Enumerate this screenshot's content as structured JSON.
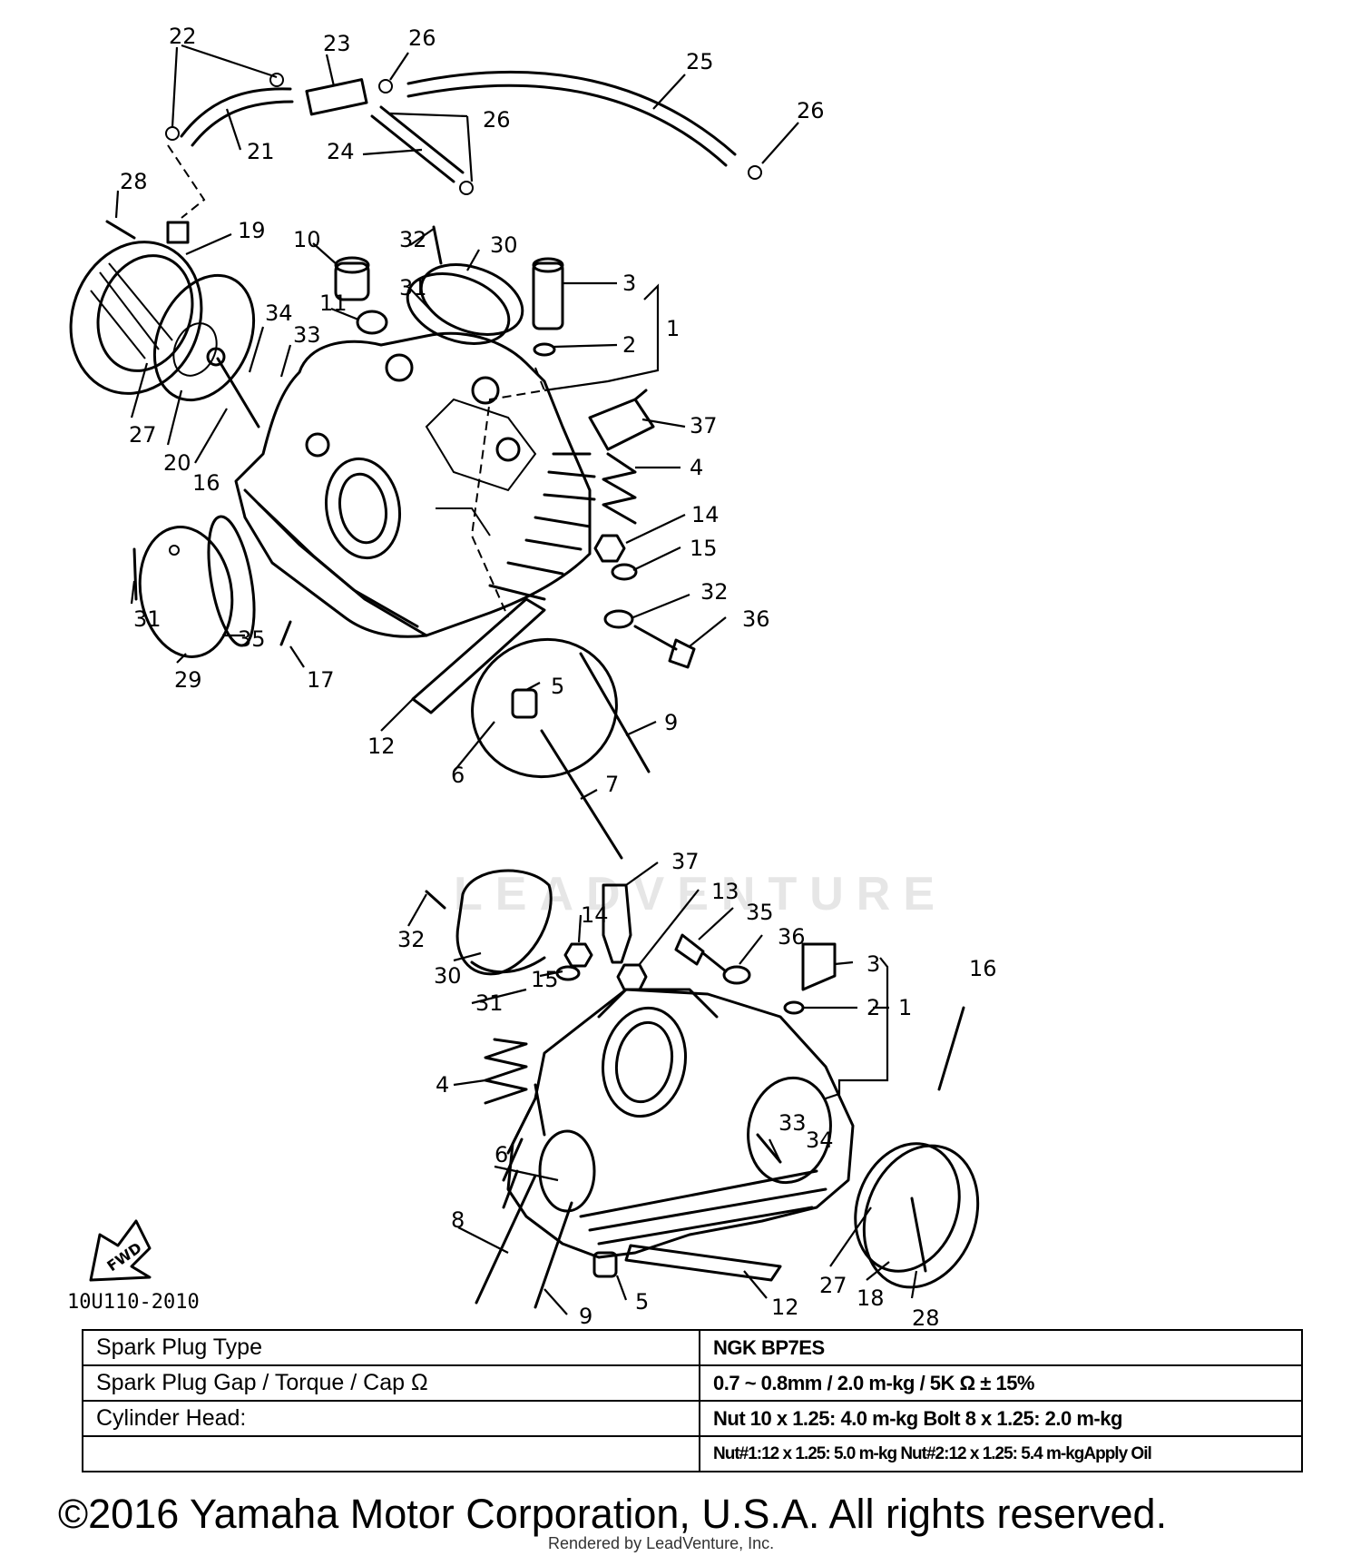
{
  "diagram": {
    "drawing_code": "10U110-2010",
    "fwd_arrow_label": "FWD",
    "watermark": "LEADVENTURE",
    "callouts": [
      "22",
      "23",
      "26",
      "25",
      "26",
      "21",
      "24",
      "26",
      "28",
      "19",
      "32",
      "30",
      "10",
      "3",
      "31",
      "11",
      "2",
      "1",
      "34",
      "33",
      "37",
      "27",
      "20",
      "16",
      "4",
      "14",
      "15",
      "32",
      "36",
      "35",
      "31",
      "29",
      "17",
      "12",
      "5",
      "9",
      "6",
      "7",
      "37",
      "13",
      "14",
      "35",
      "36",
      "32",
      "16",
      "3",
      "30",
      "15",
      "2",
      "1",
      "31",
      "4",
      "33",
      "34",
      "6",
      "8",
      "27",
      "18",
      "28",
      "5",
      "9",
      "12"
    ]
  },
  "spec_table": {
    "rows": [
      {
        "label": "Spark Plug Type",
        "value": "NGK BP7ES"
      },
      {
        "label": "Spark Plug Gap / Torque / Cap Ω",
        "value": "0.7 ~ 0.8mm / 2.0 m-kg / 5K Ω ± 15%"
      },
      {
        "label": "Cylinder Head:",
        "value": "Nut 10 x 1.25: 4.0 m-kg   Bolt 8 x 1.25: 2.0 m-kg"
      },
      {
        "label": "",
        "value": "Nut#1:12 x 1.25: 5.0 m-kg  Nut#2:12 x 1.25: 5.4 m-kgApply Oil"
      }
    ]
  },
  "footer": {
    "copyright": "©2016 Yamaha Motor Corporation, U.S.A. All rights reserved.",
    "rendered_by": "Rendered by LeadVenture, Inc."
  }
}
